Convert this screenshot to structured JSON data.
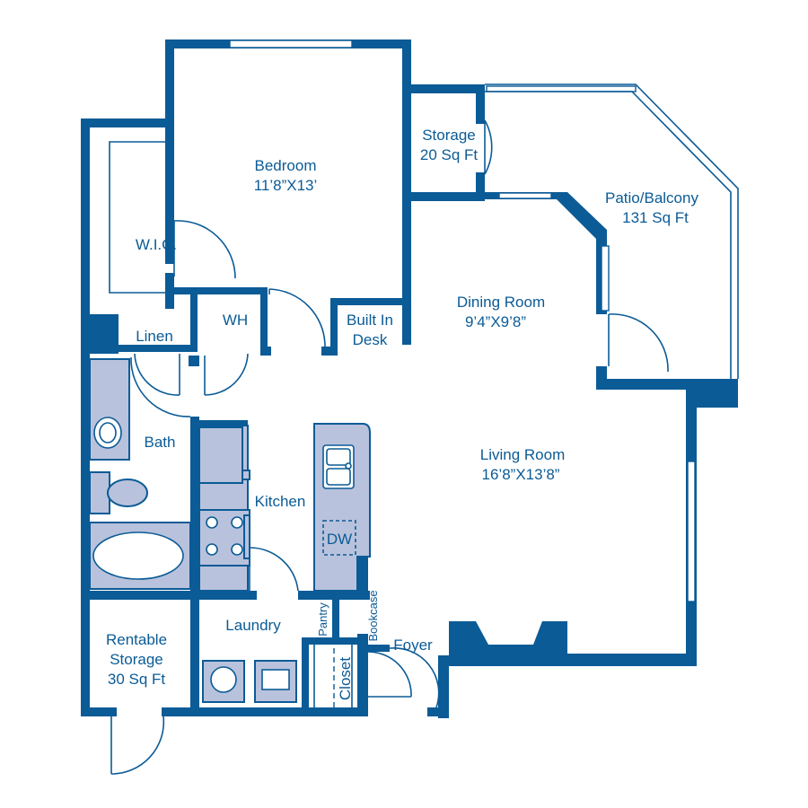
{
  "rooms": {
    "bedroom": {
      "name": "Bedroom",
      "size": "11’8”X13’"
    },
    "storage": {
      "name": "Storage",
      "size": "20 Sq Ft"
    },
    "patio": {
      "name": "Patio/Balcony",
      "size": "131 Sq Ft"
    },
    "wic": {
      "name": "W.I.C."
    },
    "wh": {
      "name": "WH"
    },
    "desk": {
      "line1": "Built In",
      "line2": "Desk"
    },
    "dining": {
      "name": "Dining Room",
      "size": "9’4”X9’8”"
    },
    "linen": {
      "name": "Linen"
    },
    "bath": {
      "name": "Bath"
    },
    "kitchen": {
      "name": "Kitchen"
    },
    "living": {
      "name": "Living Room",
      "size": "16’8”X13’8”"
    },
    "dw": {
      "name": "DW"
    },
    "laundry": {
      "name": "Laundry"
    },
    "pantry": {
      "name": "Pantry"
    },
    "bookcase": {
      "name": "Bookcase"
    },
    "foyer": {
      "name": "Foyer"
    },
    "closet": {
      "name": "Closet"
    },
    "rentable": {
      "line1": "Rentable",
      "line2": "Storage",
      "size": "30 Sq Ft"
    }
  },
  "colors": {
    "wall": "#0b5b96",
    "fixture": "#b9c2dc",
    "background": "#ffffff"
  }
}
